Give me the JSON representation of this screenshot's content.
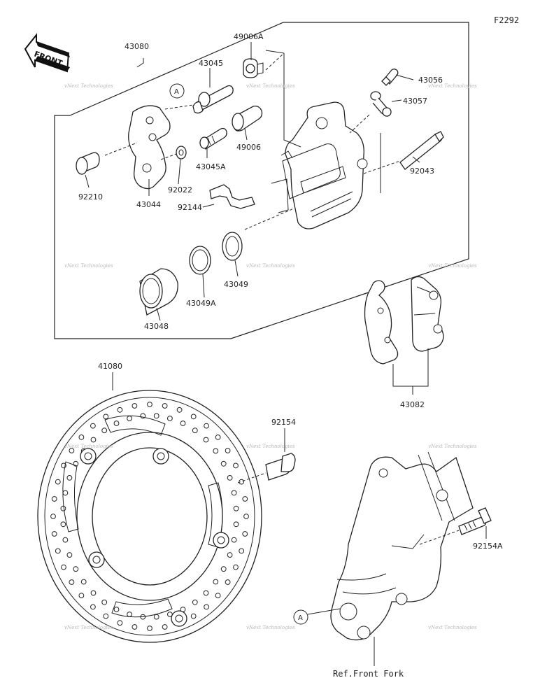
{
  "figure_code": "F2292",
  "front_badge": "FRONT",
  "watermark": "vNext Technologies",
  "ref_note": "Ref.Front Fork",
  "callout_marker": "A",
  "parts": {
    "p43080": "43080",
    "p49006A": "49006A",
    "p43045": "43045",
    "p43056": "43056",
    "p43057": "43057",
    "p92210": "92210",
    "p43044": "43044",
    "p92022": "92022",
    "p43045A": "43045A",
    "p49006": "49006",
    "p92043": "92043",
    "p92144": "92144",
    "p43048": "43048",
    "p43049A": "43049A",
    "p43049": "43049",
    "p41080": "41080",
    "p43082": "43082",
    "p92154": "92154",
    "p92154A": "92154A"
  }
}
